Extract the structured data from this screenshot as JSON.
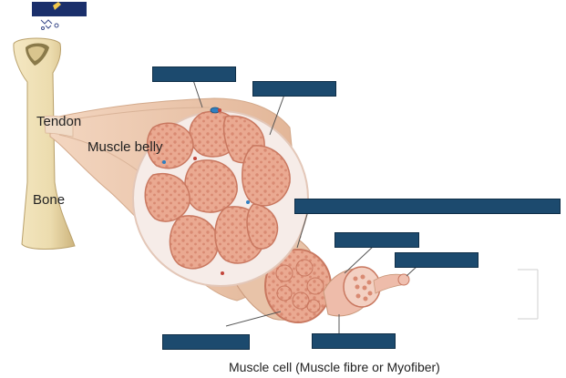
{
  "labels": {
    "tendon": "Tendon",
    "muscle_belly": "Muscle belly",
    "bone": "Bone",
    "muscle_cell": "Muscle cell (Muscle fibre or Myofiber)"
  },
  "hidden_label_boxes": [
    {
      "target": "epimysium-box"
    },
    {
      "target": "fascicle-outer-box"
    },
    {
      "target": "fascicle-long-box"
    },
    {
      "target": "perimysium-box"
    },
    {
      "target": "myofibril-box"
    },
    {
      "target": "bottom-left-box"
    },
    {
      "target": "bottom-right-box"
    }
  ],
  "colors": {
    "bone": "#ecdcae",
    "bone_shadow": "#c9b27a",
    "muscle_skin": "#e9c3a5",
    "fascicle_fill": "#eaa991",
    "fascicle_border": "#c97860",
    "fiber_dot": "#d98a72",
    "mask_box": "#1c4a6e",
    "logo": "#1a2f6b"
  }
}
